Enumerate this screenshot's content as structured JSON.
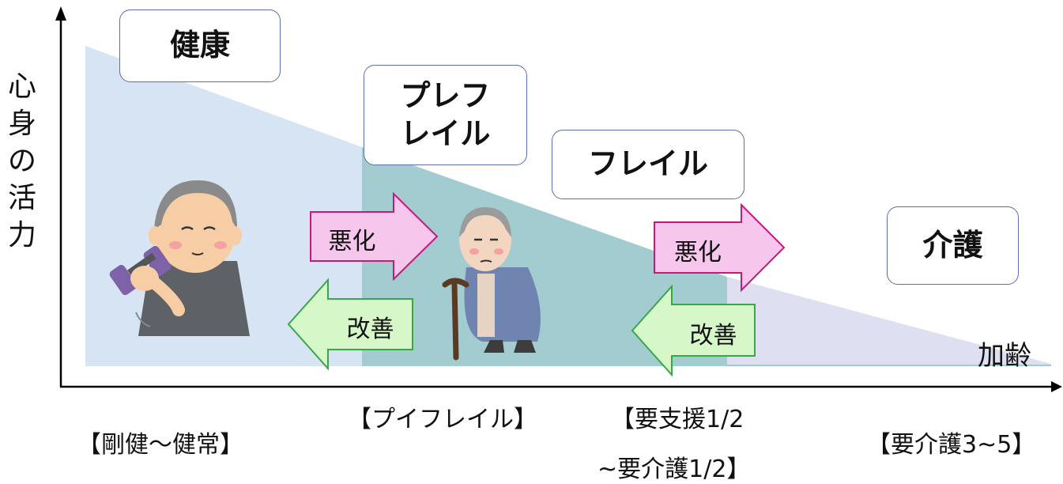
{
  "y_axis_label": [
    "心",
    "身",
    "の",
    "活",
    "力"
  ],
  "x_axis_label": "加齢",
  "stages": {
    "healthy": "健康",
    "prefrail": [
      "プレフ",
      "レイル"
    ],
    "frail": "フレイル",
    "care": "介護"
  },
  "arrows": {
    "worsen_1": "悪化",
    "improve_1": "改善",
    "worsen_2": "悪化",
    "improve_2": "改善"
  },
  "categories": {
    "healthy": "【剛健〜健常】",
    "prefrail": "【プイフレイル】",
    "support": [
      "【要支援1/2",
      "~要介護1/2】"
    ],
    "care": "【要介護3~5】"
  },
  "colors": {
    "healthy_zone": "#d6e4f4",
    "prefrail_zone": "#a3ccd1",
    "care_zone": "#dedff0",
    "worsen_arrow": "#f7c6ec",
    "worsen_border": "#c41a7a",
    "improve_arrow": "#d6f8c8",
    "improve_border": "#3aa64a"
  }
}
